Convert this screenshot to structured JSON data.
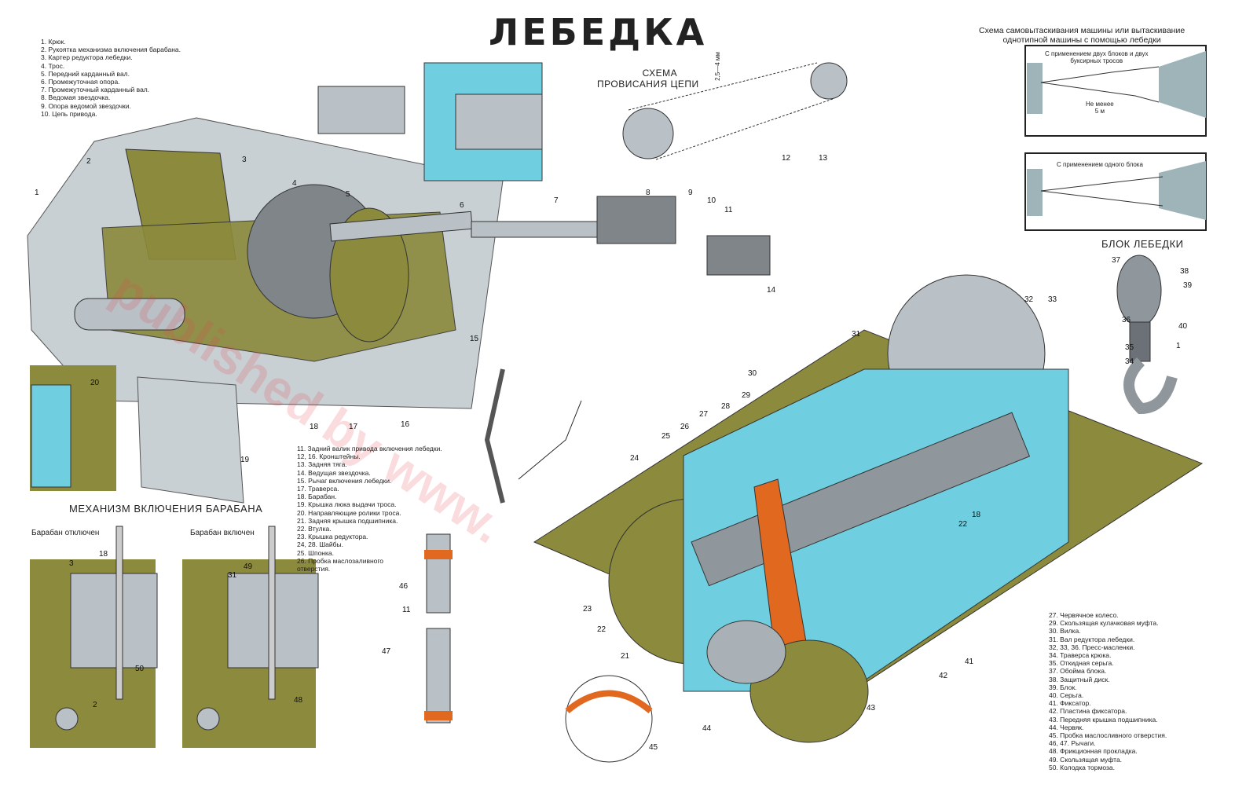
{
  "title": "ЛЕБЕДКА",
  "legend_1": [
    "1.  Крюк.",
    "2.  Рукоятка механизма включения барабана.",
    "3.  Картер редуктора лебедки.",
    "4.  Трос.",
    "5.  Передний карданный вал.",
    "6.  Промежуточная опора.",
    "7.  Промежуточный карданный вал.",
    "8.  Ведомая звездочка.",
    "9.  Опора ведомой звездочки.",
    "10. Цепь привода."
  ],
  "legend_2": [
    "11. Задний валик привода включения лебедки.",
    "12, 16. Кронштейны.",
    "13. Задняя тяга.",
    "14. Ведущая звездочка.",
    "15. Рычаг включения лебедки.",
    "17. Траверса.",
    "18. Барабан.",
    "19. Крышка люка выдачи троса.",
    "20. Направляющие ролики троса.",
    "21. Задняя крышка подшипника.",
    "22. Втулка.",
    "23. Крышка редуктора.",
    "24, 28. Шайбы.",
    "25. Шпонка.",
    "26. Пробка маслозаливного",
    "      отверстия."
  ],
  "legend_3": [
    "27. Червячное колесо.",
    "29. Скользящая кулачковая муфта.",
    "30. Вилка.",
    "31. Вал редуктора лебедки.",
    "32, 33, 36. Пресс-масленки.",
    "34. Траверса крюка.",
    "35. Откидная серьга.",
    "37. Обойма блока.",
    "38. Защитный диск.",
    "39. Блок.",
    "40. Серьга.",
    "41. Фиксатор.",
    "42. Пластина фиксатора.",
    "43. Передняя крышка подшипника.",
    "44. Червяк.",
    "45. Пробка маслосливного отверстия.",
    "46, 47. Рычаги.",
    "48. Фрикционная прокладка.",
    "49. Скользящая муфта.",
    "50. Колодка тормоза."
  ],
  "chain_scheme": {
    "title_line1": "СХЕМА",
    "title_line2": "ПРОВИСАНИЯ ЦЕПИ",
    "sag": "2,5—4 мм"
  },
  "self_recovery": {
    "title_line1": "Схема самовытаскивания машины или вытаскивание",
    "title_line2": "однотипной машины с помощью лебедки",
    "panel1_line1": "С применением двух блоков и двух",
    "panel1_line2": "буксирных тросов",
    "distance_line1": "Не менее",
    "distance_line2": "5 м",
    "panel2": "С применением одного блока"
  },
  "block_title": "БЛОК ЛЕБЕДКИ",
  "drum_mechanism": {
    "title": "МЕХАНИЗМ ВКЛЮЧЕНИЯ БАРАБАНА",
    "off": "Барабан отключен",
    "on": "Барабан включен"
  },
  "callouts": [
    "1",
    "2",
    "3",
    "4",
    "5",
    "6",
    "7",
    "8",
    "9",
    "10",
    "11",
    "12",
    "13",
    "14",
    "15",
    "16",
    "17",
    "18",
    "19",
    "20",
    "21",
    "22",
    "23",
    "24",
    "25",
    "26",
    "27",
    "28",
    "29",
    "30",
    "31",
    "32",
    "33",
    "34",
    "35",
    "36",
    "37",
    "38",
    "39",
    "40",
    "1",
    "18",
    "22",
    "41",
    "42",
    "43",
    "44",
    "45",
    "46",
    "11",
    "47",
    "3",
    "18",
    "2",
    "50",
    "31",
    "49",
    "48"
  ],
  "colors": {
    "olive": "#8c8a3c",
    "cyan": "#6fcfe0",
    "steel": "#b9c0c6",
    "orange": "#e0691f"
  }
}
